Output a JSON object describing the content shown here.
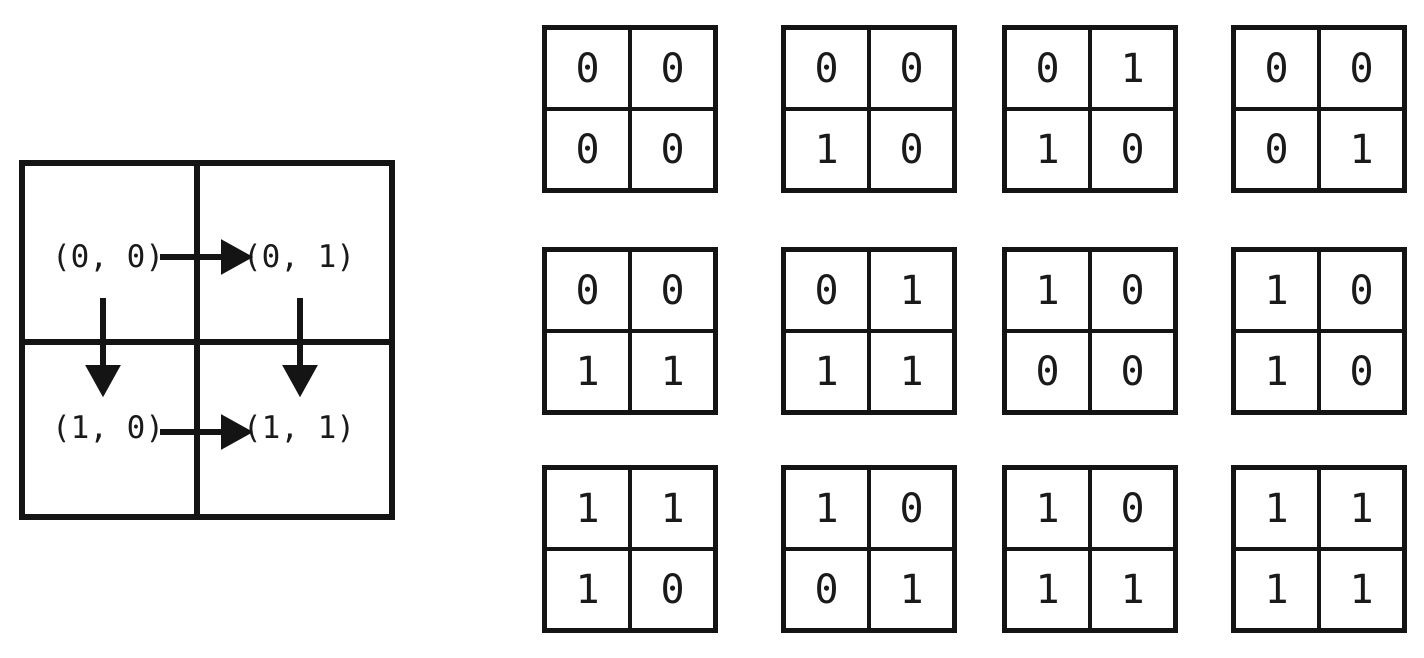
{
  "diagram": {
    "title": "2x2 lattice coordinate diagram with binary matrices",
    "line_color": "#141414",
    "text_color": "#1a1a1a",
    "background_color": "#ffffff",
    "lattice": {
      "nodes": [
        {
          "id": "top-left",
          "label": "(0, 0)"
        },
        {
          "id": "top-right",
          "label": "(0, 1)"
        },
        {
          "id": "bottom-left",
          "label": "(1, 0)"
        },
        {
          "id": "bottom-right",
          "label": "(1, 1)"
        }
      ],
      "arrows": [
        {
          "id": "arrow-top-right",
          "from": "(0, 0)",
          "to": "(0, 1)",
          "direction": "right"
        },
        {
          "id": "arrow-bottom-right",
          "from": "(1, 0)",
          "to": "(1, 1)",
          "direction": "right"
        },
        {
          "id": "arrow-left-down",
          "from": "(0, 0)",
          "to": "(1, 0)",
          "direction": "down"
        },
        {
          "id": "arrow-right-down",
          "from": "(0, 1)",
          "to": "(1, 1)",
          "direction": "down"
        }
      ]
    },
    "matrices": [
      {
        "index": 0,
        "row": 0,
        "col": 0,
        "values": [
          "0",
          "0",
          "0",
          "0"
        ]
      },
      {
        "index": 1,
        "row": 0,
        "col": 1,
        "values": [
          "0",
          "0",
          "1",
          "0"
        ]
      },
      {
        "index": 2,
        "row": 0,
        "col": 2,
        "values": [
          "0",
          "1",
          "1",
          "0"
        ]
      },
      {
        "index": 3,
        "row": 0,
        "col": 3,
        "values": [
          "0",
          "0",
          "0",
          "1"
        ]
      },
      {
        "index": 4,
        "row": 1,
        "col": 0,
        "values": [
          "0",
          "0",
          "1",
          "1"
        ]
      },
      {
        "index": 5,
        "row": 1,
        "col": 1,
        "values": [
          "0",
          "1",
          "1",
          "1"
        ]
      },
      {
        "index": 6,
        "row": 1,
        "col": 2,
        "values": [
          "1",
          "0",
          "0",
          "0"
        ]
      },
      {
        "index": 7,
        "row": 1,
        "col": 3,
        "values": [
          "1",
          "0",
          "1",
          "0"
        ]
      },
      {
        "index": 8,
        "row": 2,
        "col": 0,
        "values": [
          "1",
          "1",
          "1",
          "0"
        ]
      },
      {
        "index": 9,
        "row": 2,
        "col": 1,
        "values": [
          "1",
          "0",
          "0",
          "1"
        ]
      },
      {
        "index": 10,
        "row": 2,
        "col": 2,
        "values": [
          "1",
          "0",
          "1",
          "1"
        ]
      },
      {
        "index": 11,
        "row": 2,
        "col": 3,
        "values": [
          "1",
          "1",
          "1",
          "1"
        ]
      }
    ]
  }
}
